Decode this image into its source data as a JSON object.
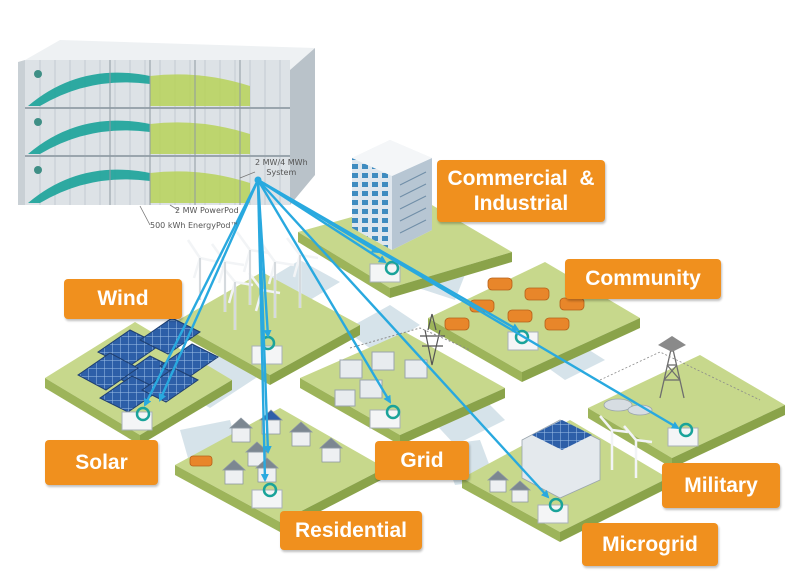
{
  "colors": {
    "label_bg": "#f0901e",
    "label_text": "#ffffff",
    "arrow": "#29a9df",
    "tile_top": "#c7d88c",
    "tile_side": "#9db45a",
    "road": "#d6e3ea",
    "container_body": "#dde2e6",
    "container_stripe": "#1aa39a",
    "container_accent": "#b8d35a"
  },
  "container": {
    "system_caption_line1": "2 MW/4 MWh",
    "system_caption_line2": "System",
    "powerpod_caption": "2 MW PowerPod",
    "energypod_caption": "500 kWh EnergyPod™"
  },
  "labels": {
    "commercial_line1": "Commercial  &",
    "commercial_line2": "Industrial",
    "community": "Community",
    "wind": "Wind",
    "solar": "Solar",
    "grid": "Grid",
    "military": "Military",
    "residential": "Residential",
    "microgrid": "Microgrid"
  }
}
